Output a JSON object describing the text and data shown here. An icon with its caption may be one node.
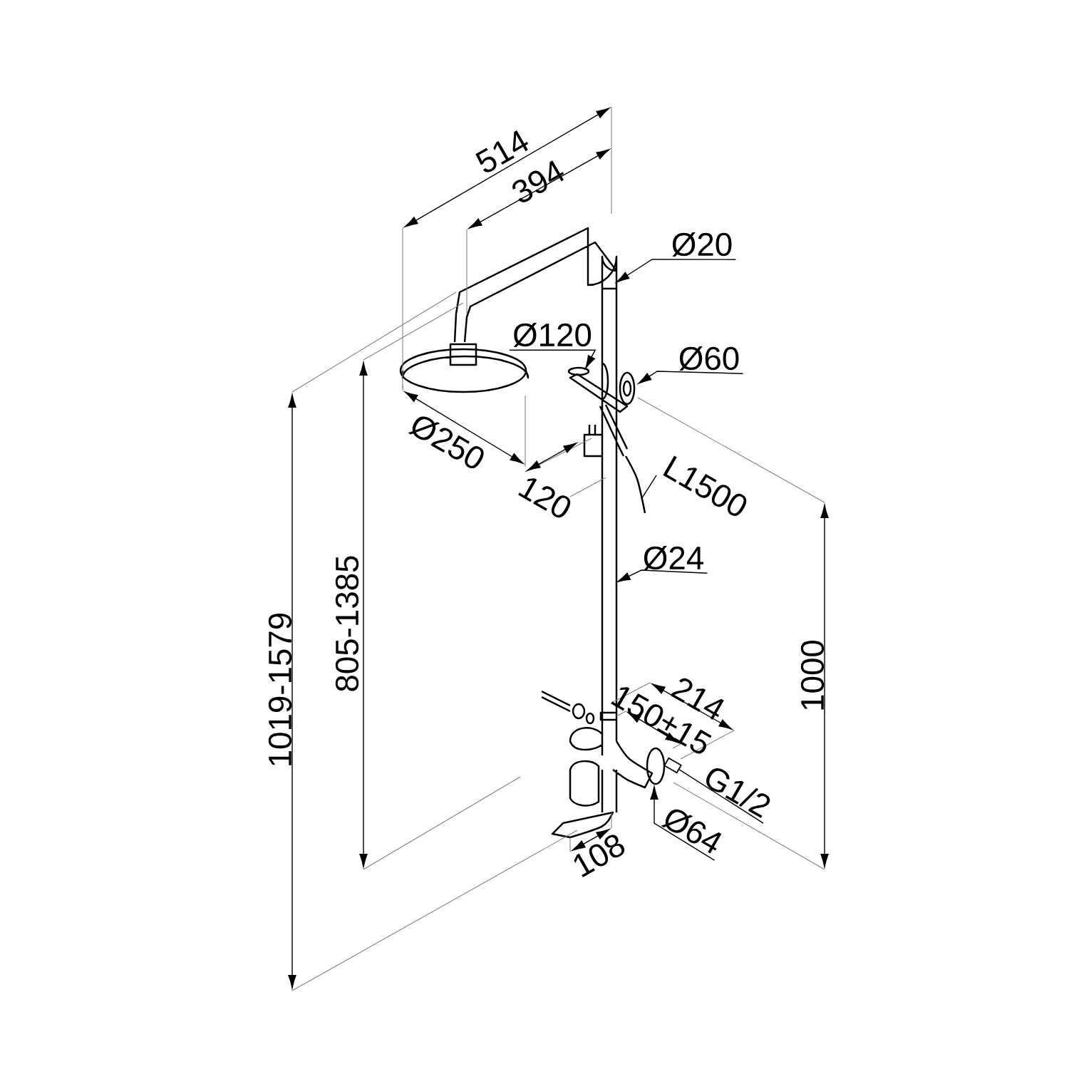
{
  "diagram": {
    "nodes": [
      {
        "text": [
          "Ø20"
        ]
      },
      {
        "text": [
          "Ø120"
        ]
      },
      {
        "text": [
          "Ø60"
        ]
      },
      {
        "text": [
          "L1500"
        ]
      },
      {
        "text": [
          "Ø24"
        ]
      },
      {
        "text": [
          "G1/2"
        ]
      },
      {
        "text": [
          "Ø64"
        ]
      },
      {
        "text": [],
        "shape": "picture"
      }
    ],
    "edges": [
      {
        "from": 0,
        "to": null,
        "arrow": "to"
      },
      {
        "from": 1,
        "to": null,
        "arrow": "to"
      },
      {
        "from": 2,
        "to": null,
        "arrow": "to"
      },
      {
        "from": 3,
        "to": null,
        "arrow": "none"
      },
      {
        "from": 4,
        "to": null,
        "arrow": "to"
      },
      {
        "from": 5,
        "to": 7,
        "arrow": "none"
      },
      {
        "from": 6,
        "to": null,
        "arrow": "to"
      }
    ],
    "labels": [
      "514",
      "394",
      "Ø250",
      "120",
      "805-1385",
      "1019-1579",
      "1000",
      "214",
      "150±15",
      "108"
    ]
  }
}
